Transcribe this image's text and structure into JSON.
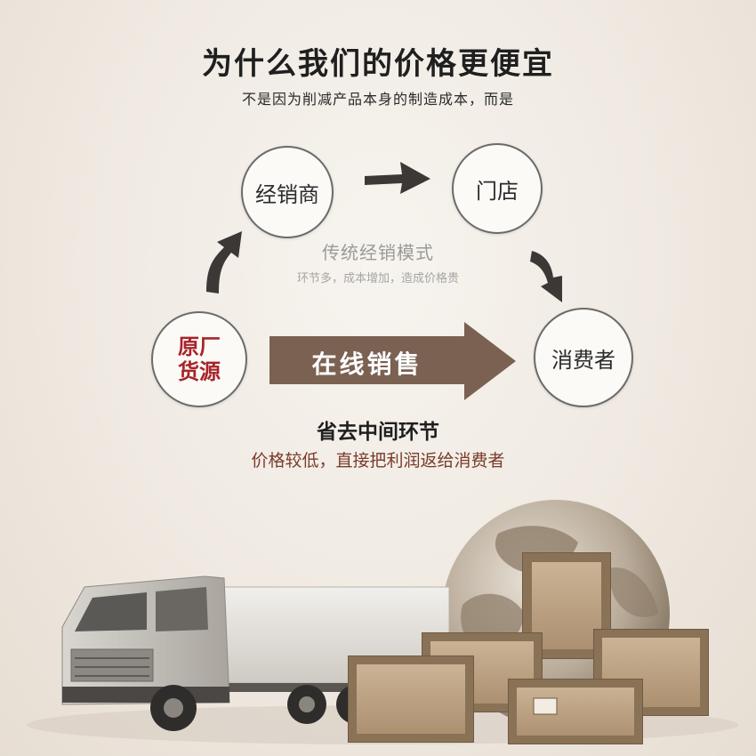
{
  "header": {
    "title": "为什么我们的价格更便宜",
    "subtitle": "不是因为削减产品本身的制造成本，而是"
  },
  "diagram": {
    "dealer": "经销商",
    "store": "门店",
    "consumer": "消费者",
    "factory_line1": "原厂",
    "factory_line2": "货源",
    "traditional_mode": "传统经销模式",
    "traditional_desc": "环节多，成本增加，造成价格贵",
    "online_sales": "在线销售"
  },
  "footer": {
    "title": "省去中间环节",
    "desc": "价格较低，直接把利润返给消费者"
  },
  "colors": {
    "arrow_dark": "#3b3835",
    "online_arrow": "#7a6152",
    "factory_text": "#a7242a",
    "desc_brown": "#7a3b2a"
  },
  "icons": [
    "truck-illustration",
    "globe-illustration",
    "crate-illustration"
  ]
}
